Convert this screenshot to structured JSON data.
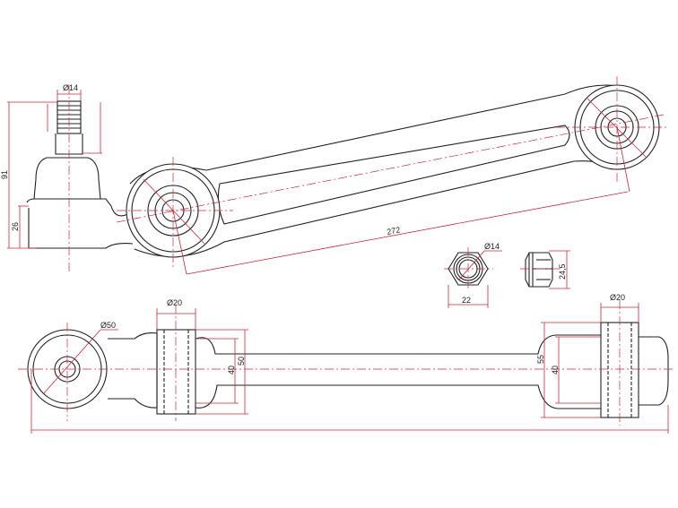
{
  "colors": {
    "outline": "#222222",
    "dimension": "#c8283a"
  },
  "top_view": {
    "stud_diameter": "Ø14",
    "total_height": "91",
    "housing_height": "26",
    "center_distance": "272"
  },
  "nut": {
    "thread_diameter": "Ø14",
    "width_across_flats": "22",
    "height": "24,5"
  },
  "side_view": {
    "eye_diameter": "Ø50",
    "left_bushing_diameter": "Ø20",
    "left_inner_height": "40",
    "left_outer_height": "50",
    "right_outer_height": "55",
    "right_inner_height": "40",
    "right_bushing_diameter": "Ø20"
  }
}
